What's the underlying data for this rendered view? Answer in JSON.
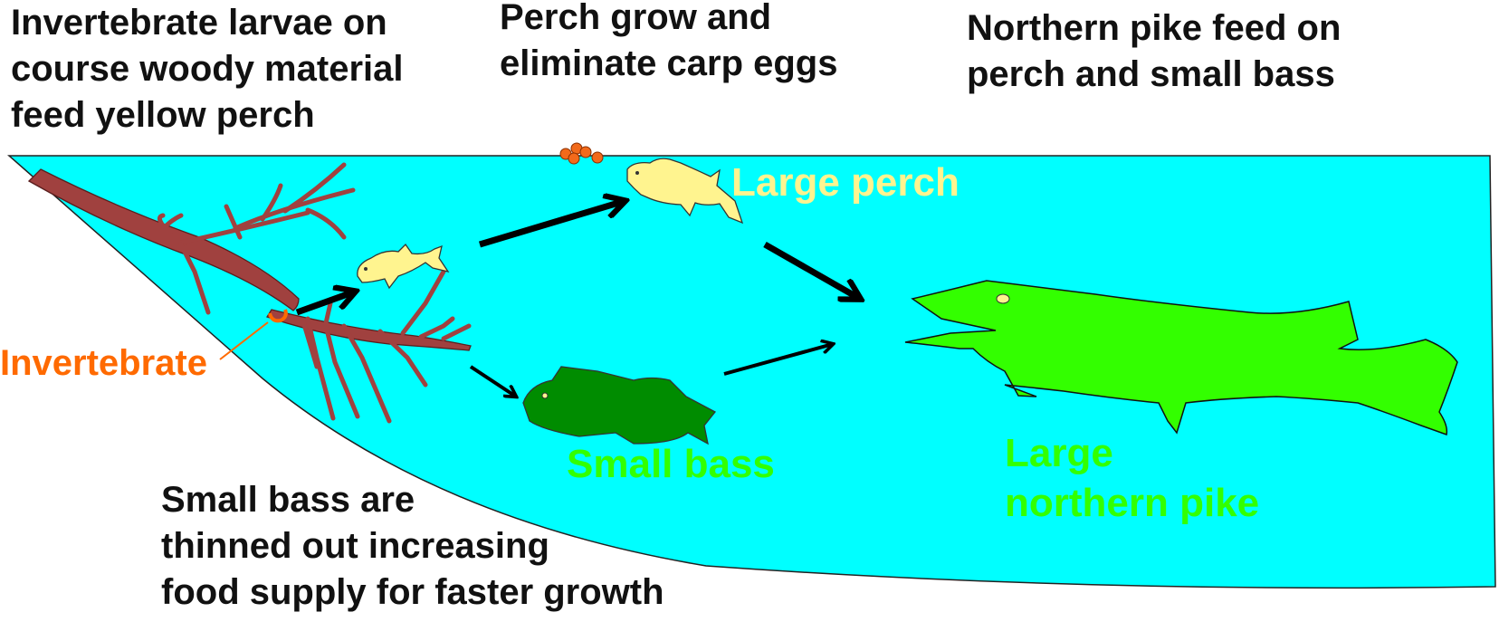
{
  "captions": {
    "top_left": [
      "Invertebrate larvae on",
      "course woody material",
      "feed yellow perch"
    ],
    "top_middle": [
      "Perch grow and",
      "eliminate carp eggs"
    ],
    "top_right": [
      "Northern pike feed on",
      "perch and small bass"
    ],
    "bottom": [
      "Small bass are",
      "thinned out increasing",
      "food supply for faster growth"
    ]
  },
  "labels": {
    "invertebrate": "Invertebrate",
    "large_perch": "Large perch",
    "small_bass": "Small bass",
    "large_pike": [
      "Large",
      "northern pike"
    ]
  },
  "colors": {
    "water": "#00ffff",
    "wood": "#a0413f",
    "perch": "#fff48f",
    "bass": "#008c00",
    "pike": "#33ff00",
    "invertebrate": "#ff6a00",
    "eggs": "#f26a1b",
    "large_perch_label": "#fff48f",
    "bass_label": "#33ff00",
    "pike_label": "#33ff00",
    "arrow": "#000000"
  },
  "icons": [
    "woody-branch-icon",
    "yellow-perch-icon",
    "carp-eggs-icon",
    "small-bass-icon",
    "northern-pike-icon",
    "invertebrate-icon"
  ]
}
